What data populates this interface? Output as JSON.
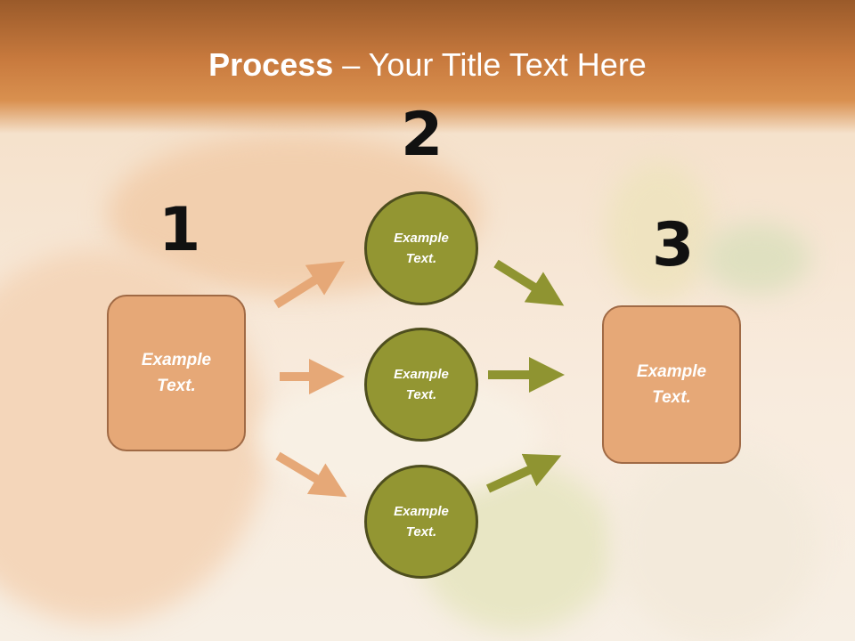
{
  "title": {
    "bold": "Process",
    "rest": " – Your Title Text Here"
  },
  "steps": {
    "n1": "1",
    "n2": "2",
    "n3": "3"
  },
  "left_box": {
    "text": "Example\nText."
  },
  "circles": [
    {
      "text": "Example\nText."
    },
    {
      "text": "Example\nText."
    },
    {
      "text": "Example\nText."
    }
  ],
  "right_box": {
    "text": "Example\nText."
  },
  "colors": {
    "header": "#c87a3e",
    "box": "#e6a877",
    "circle": "#939632",
    "arrow_in": "#e6a877",
    "arrow_out": "#8f9431"
  }
}
